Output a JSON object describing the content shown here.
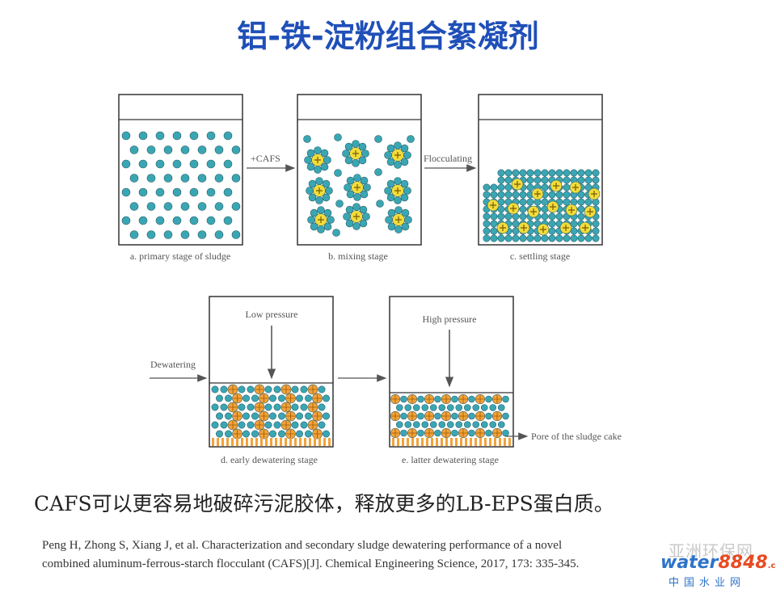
{
  "title": "铝-铁-淀粉组合絮凝剂",
  "diagram": {
    "panels": {
      "a": "a. primary stage of sludge",
      "b": "b. mixing stage",
      "c": "c. settling stage",
      "d": "d. early dewatering stage",
      "e": "e. latter dewatering stage"
    },
    "arrows": {
      "cafs": "+CAFS",
      "flocculating": "Flocculating",
      "dewatering": "Dewatering",
      "low_pressure": "Low pressure",
      "high_pressure": "High pressure",
      "pore": "Pore of the sludge cake"
    },
    "colors": {
      "particle": "#3aa6b4",
      "floc_core": "#f1dc3c",
      "cake_core": "#f2a23a",
      "box_border": "#333333"
    }
  },
  "summary": "CAFS可以更容易地破碎污泥胶体，释放更多的LB-EPS蛋白质。",
  "reference": {
    "line1": "Peng H, Zhong S, Xiang J, et al. Characterization and secondary sludge dewatering performance of a novel",
    "line2": "combined aluminum-ferrous-starch flocculant (CAFS)[J]. Chemical Engineering Science, 2017, 173: 335-345."
  },
  "watermark": {
    "name": "亚洲环保网",
    "water": "water",
    "num": "8848",
    "com": ".com",
    "cn": "中国水业网"
  }
}
